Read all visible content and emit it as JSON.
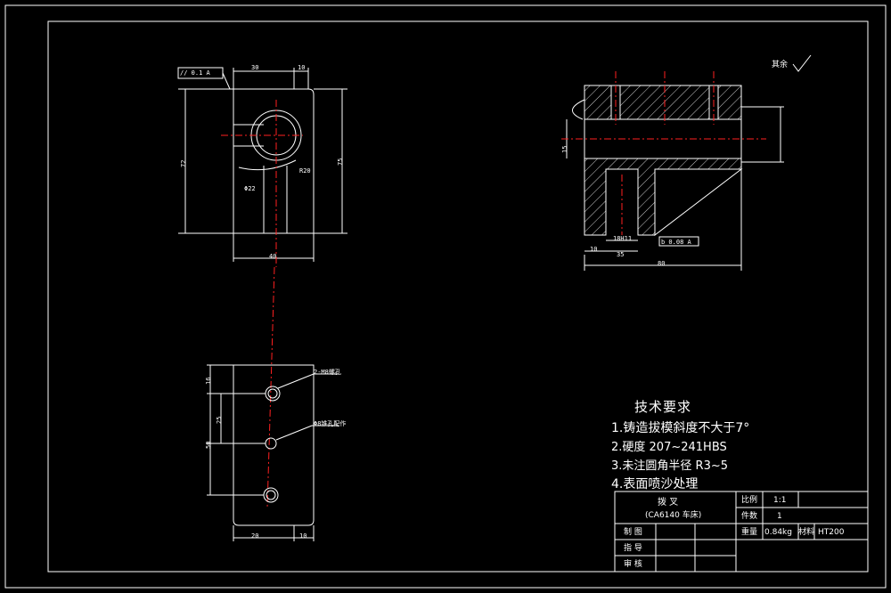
{
  "tech_requirements": {
    "title": "技术要求",
    "items": [
      "1.铸造拔模斜度不大于7°",
      "2.硬度 207~241HBS",
      "3.未注圆角半径 R3~5",
      "4.表面喷沙处理"
    ]
  },
  "title_block": {
    "part_name": "拨 叉",
    "machine": "(CA6140 车床)",
    "scale_label": "比例",
    "scale_value": "1:1",
    "count_label": "件数",
    "count_value": "1",
    "weight_label": "重量",
    "weight_value": "0.84kg",
    "material_label": "材料",
    "material_value": "HT200",
    "drawn_label": "制 图",
    "guide_label": "指 导",
    "review_label": "审 核"
  },
  "roughness_note": "其余",
  "dimensions": {
    "d30": "30",
    "d10": "10",
    "d40": "40",
    "d72": "72",
    "d75": "75",
    "d20": "20",
    "d10b": "10",
    "d16": "16",
    "d25": "25",
    "d50": "50",
    "d80": "80",
    "d35": "35",
    "d10c": "10",
    "d15": "15",
    "tol_parallel": "// 0.1 A",
    "tol_flat": "b 0.08 A",
    "r20": "R20",
    "hole_note1": "2-M8螺孔",
    "hole_note2": "Φ8锥孔配作",
    "d18h11": "18H11",
    "phi22": "Φ22"
  },
  "colors": {
    "outline": "#ffffff",
    "centerline": "#ff2020",
    "hatch": "#ffffff",
    "background": "#000000"
  }
}
